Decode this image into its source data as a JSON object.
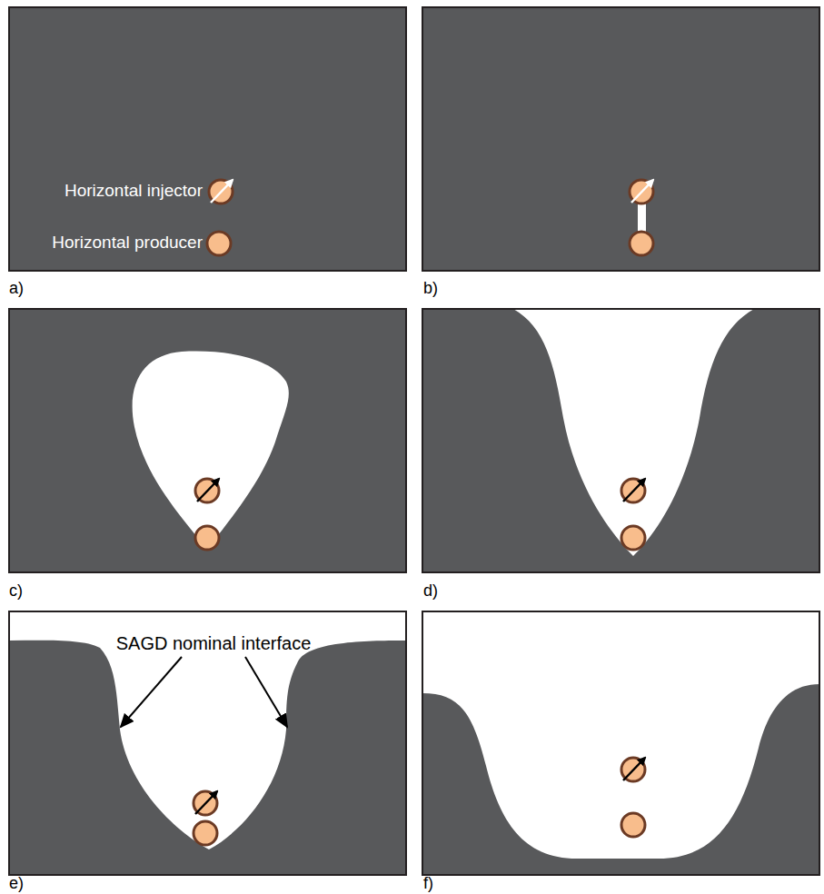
{
  "diagram": {
    "labels": [
      "Horizontal injector",
      "Horizontal producer",
      "a)",
      "b)",
      "c)",
      "d)",
      "SAGD nominal interface",
      "e)",
      "f)"
    ]
  }
}
